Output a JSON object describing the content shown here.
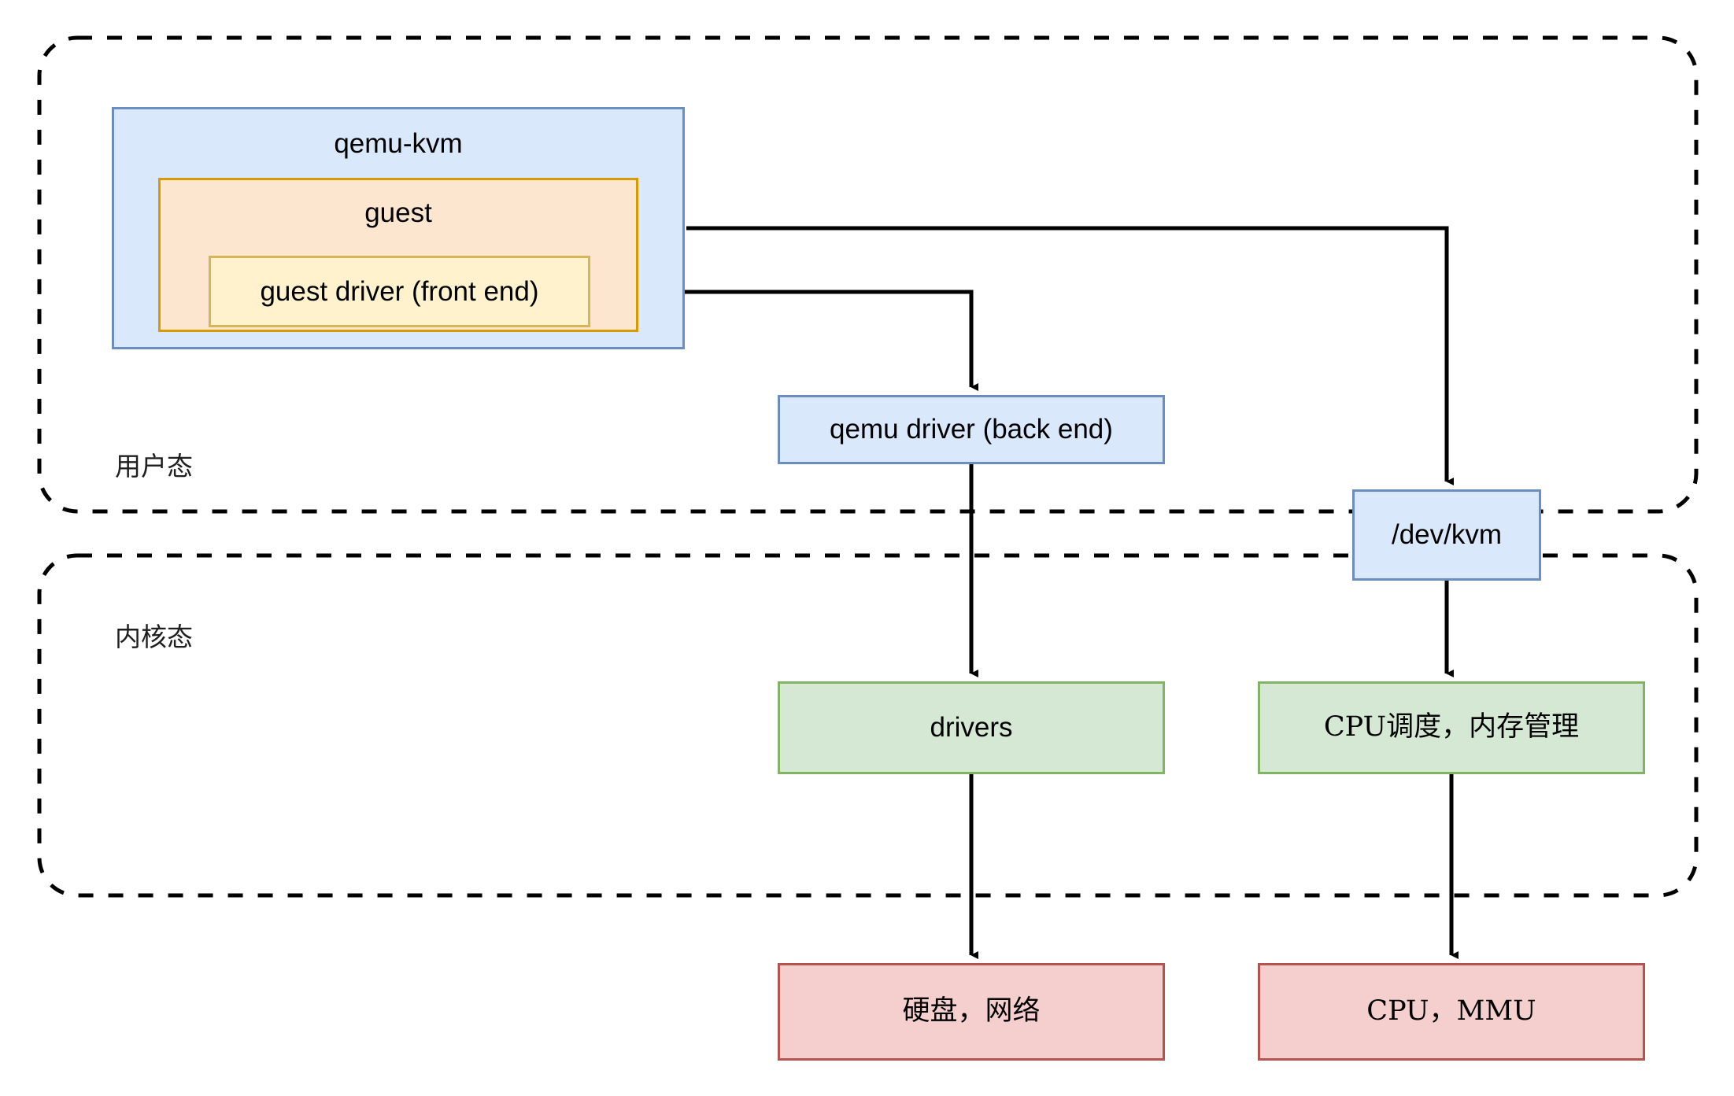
{
  "diagram": {
    "title_regions": [
      {
        "id": "user-mode",
        "label": "用户态"
      },
      {
        "id": "kernel-mode",
        "label": "内核态"
      }
    ],
    "nodes": {
      "qemu_kvm": "qemu-kvm",
      "guest": "guest",
      "guest_driver": "guest driver (front end)",
      "qemu_driver": "qemu driver (back end)",
      "dev_kvm": "/dev/kvm",
      "drivers": "drivers",
      "cpu_sched_mem": "CPU调度，内存管理",
      "hw_disk_net": "硬盘，网络",
      "hw_cpu_mmu": "CPU，MMU"
    },
    "colors": {
      "blue_fill": "#dae8fc",
      "blue_stroke": "#6c8ebf",
      "orange_fill": "#fde6d0",
      "orange_stroke": "#d79b00",
      "yellow_fill": "#fff2cc",
      "yellow_stroke": "#d6b656",
      "green_fill": "#d5e8d4",
      "green_stroke": "#82b366",
      "red_fill": "#f5cece",
      "red_stroke": "#b25450",
      "edge_stroke": "#000000",
      "region_border": "#000000"
    },
    "edges": [
      {
        "from": "guest",
        "to": "dev_kvm"
      },
      {
        "from": "guest_driver",
        "to": "qemu_driver"
      },
      {
        "from": "qemu_driver",
        "to": "drivers"
      },
      {
        "from": "dev_kvm",
        "to": "cpu_sched_mem"
      },
      {
        "from": "drivers",
        "to": "hw_disk_net"
      },
      {
        "from": "cpu_sched_mem",
        "to": "hw_cpu_mmu"
      }
    ]
  }
}
